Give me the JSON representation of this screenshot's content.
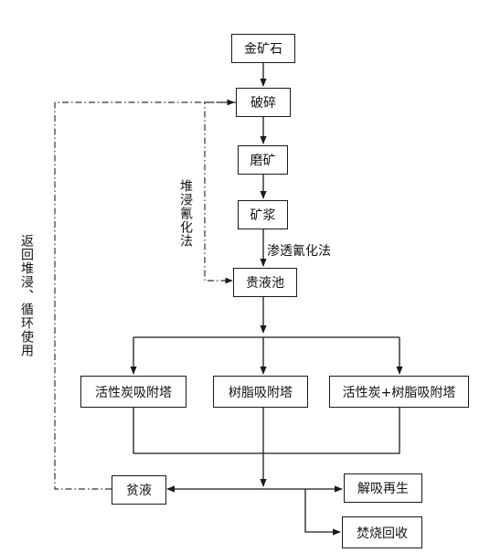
{
  "nodes": {
    "ore": "金矿石",
    "crush": "破碎",
    "grind": "磨矿",
    "slurry": "矿浆",
    "pregnant_pool": "贵液池",
    "carbon_tower": "活性炭吸附塔",
    "resin_tower": "树脂吸附塔",
    "carbon_resin_tower": "活性炭+树脂吸附塔",
    "barren": "贫液",
    "desorb": "解吸再生",
    "incinerate": "焚烧回收"
  },
  "labels": {
    "heap_leach": "堆浸氰化法",
    "percolation": "渗透氰化法",
    "return_loop": "返回堆浸、循环使用"
  }
}
